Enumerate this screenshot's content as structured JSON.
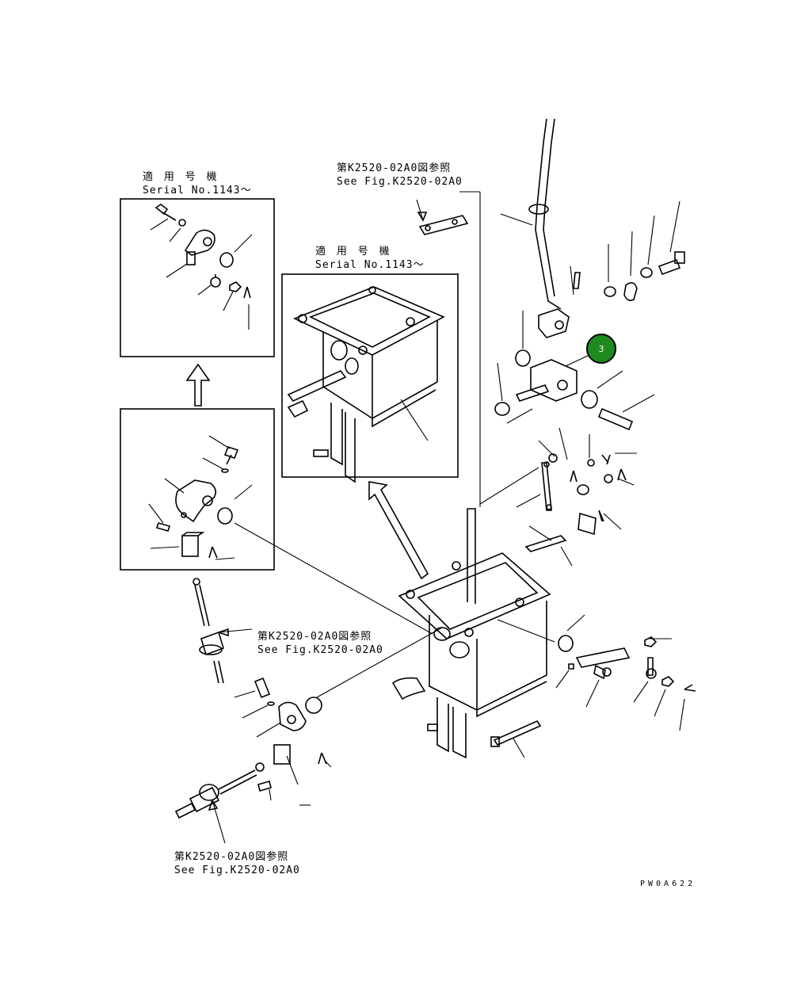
{
  "callout": {
    "number": "3",
    "color": "#1f8a1f"
  },
  "inset_top_left": {
    "jp": "適 用 号 機",
    "en": "Serial No.1143～"
  },
  "inset_center": {
    "jp": "適 用 号 機",
    "en": "Serial No.1143～"
  },
  "ref_top": {
    "jp": "第K2520-02A0図参照",
    "en": "See Fig.K2520-02A0"
  },
  "ref_middle": {
    "jp": "第K2520-02A0図参照",
    "en": "See Fig.K2520-02A0"
  },
  "ref_bottom": {
    "jp": "第K2520-02A0図参照",
    "en": "See Fig.K2520-02A0"
  },
  "drawing_code": "PW0A622"
}
